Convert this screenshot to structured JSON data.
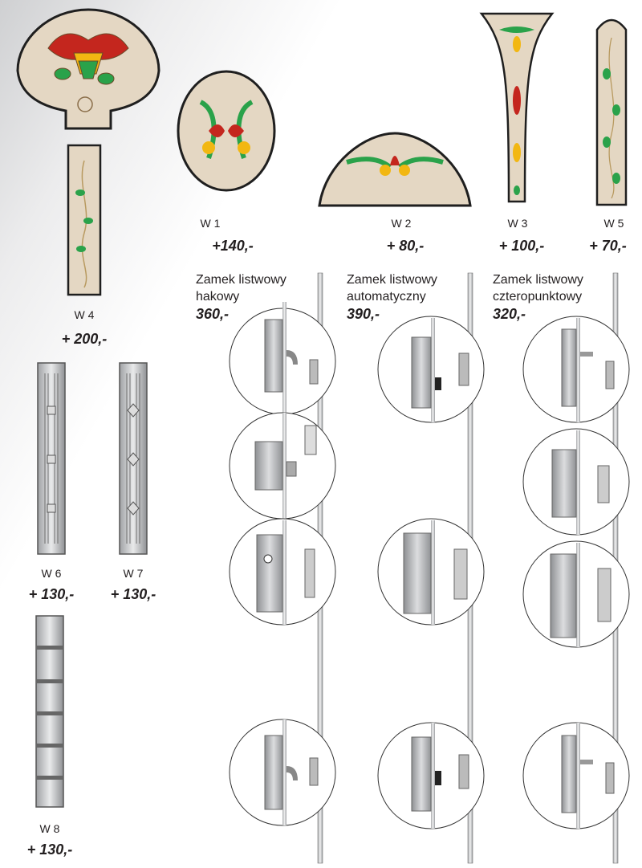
{
  "windows": [
    {
      "code": "W 1",
      "price": "+140,-"
    },
    {
      "code": "W 2",
      "price": "+ 80,-"
    },
    {
      "code": "W 3",
      "price": "+ 100,-"
    },
    {
      "code": "W 5",
      "price": "+ 70,-"
    },
    {
      "code": "W 4",
      "price": "+ 200,-"
    },
    {
      "code": "W 6",
      "price": "+ 130,-"
    },
    {
      "code": "W 7",
      "price": "+ 130,-"
    },
    {
      "code": "W 8",
      "price": "+ 130,-"
    }
  ],
  "locks": [
    {
      "title_line1": "Zamek listwowy",
      "title_line2": "hakowy",
      "price": "360,-"
    },
    {
      "title_line1": "Zamek listwowy",
      "title_line2": "automatyczny",
      "price": "390,-"
    },
    {
      "title_line1": "Zamek listwowy",
      "title_line2": "czteropunktowy",
      "price": "320,-"
    }
  ],
  "colors": {
    "glass": "#e4d7c3",
    "lead": "#1f1f1f",
    "red": "#c4261e",
    "green": "#2aa24a",
    "yellow": "#f2b712",
    "steel": "#c9cbcd"
  }
}
